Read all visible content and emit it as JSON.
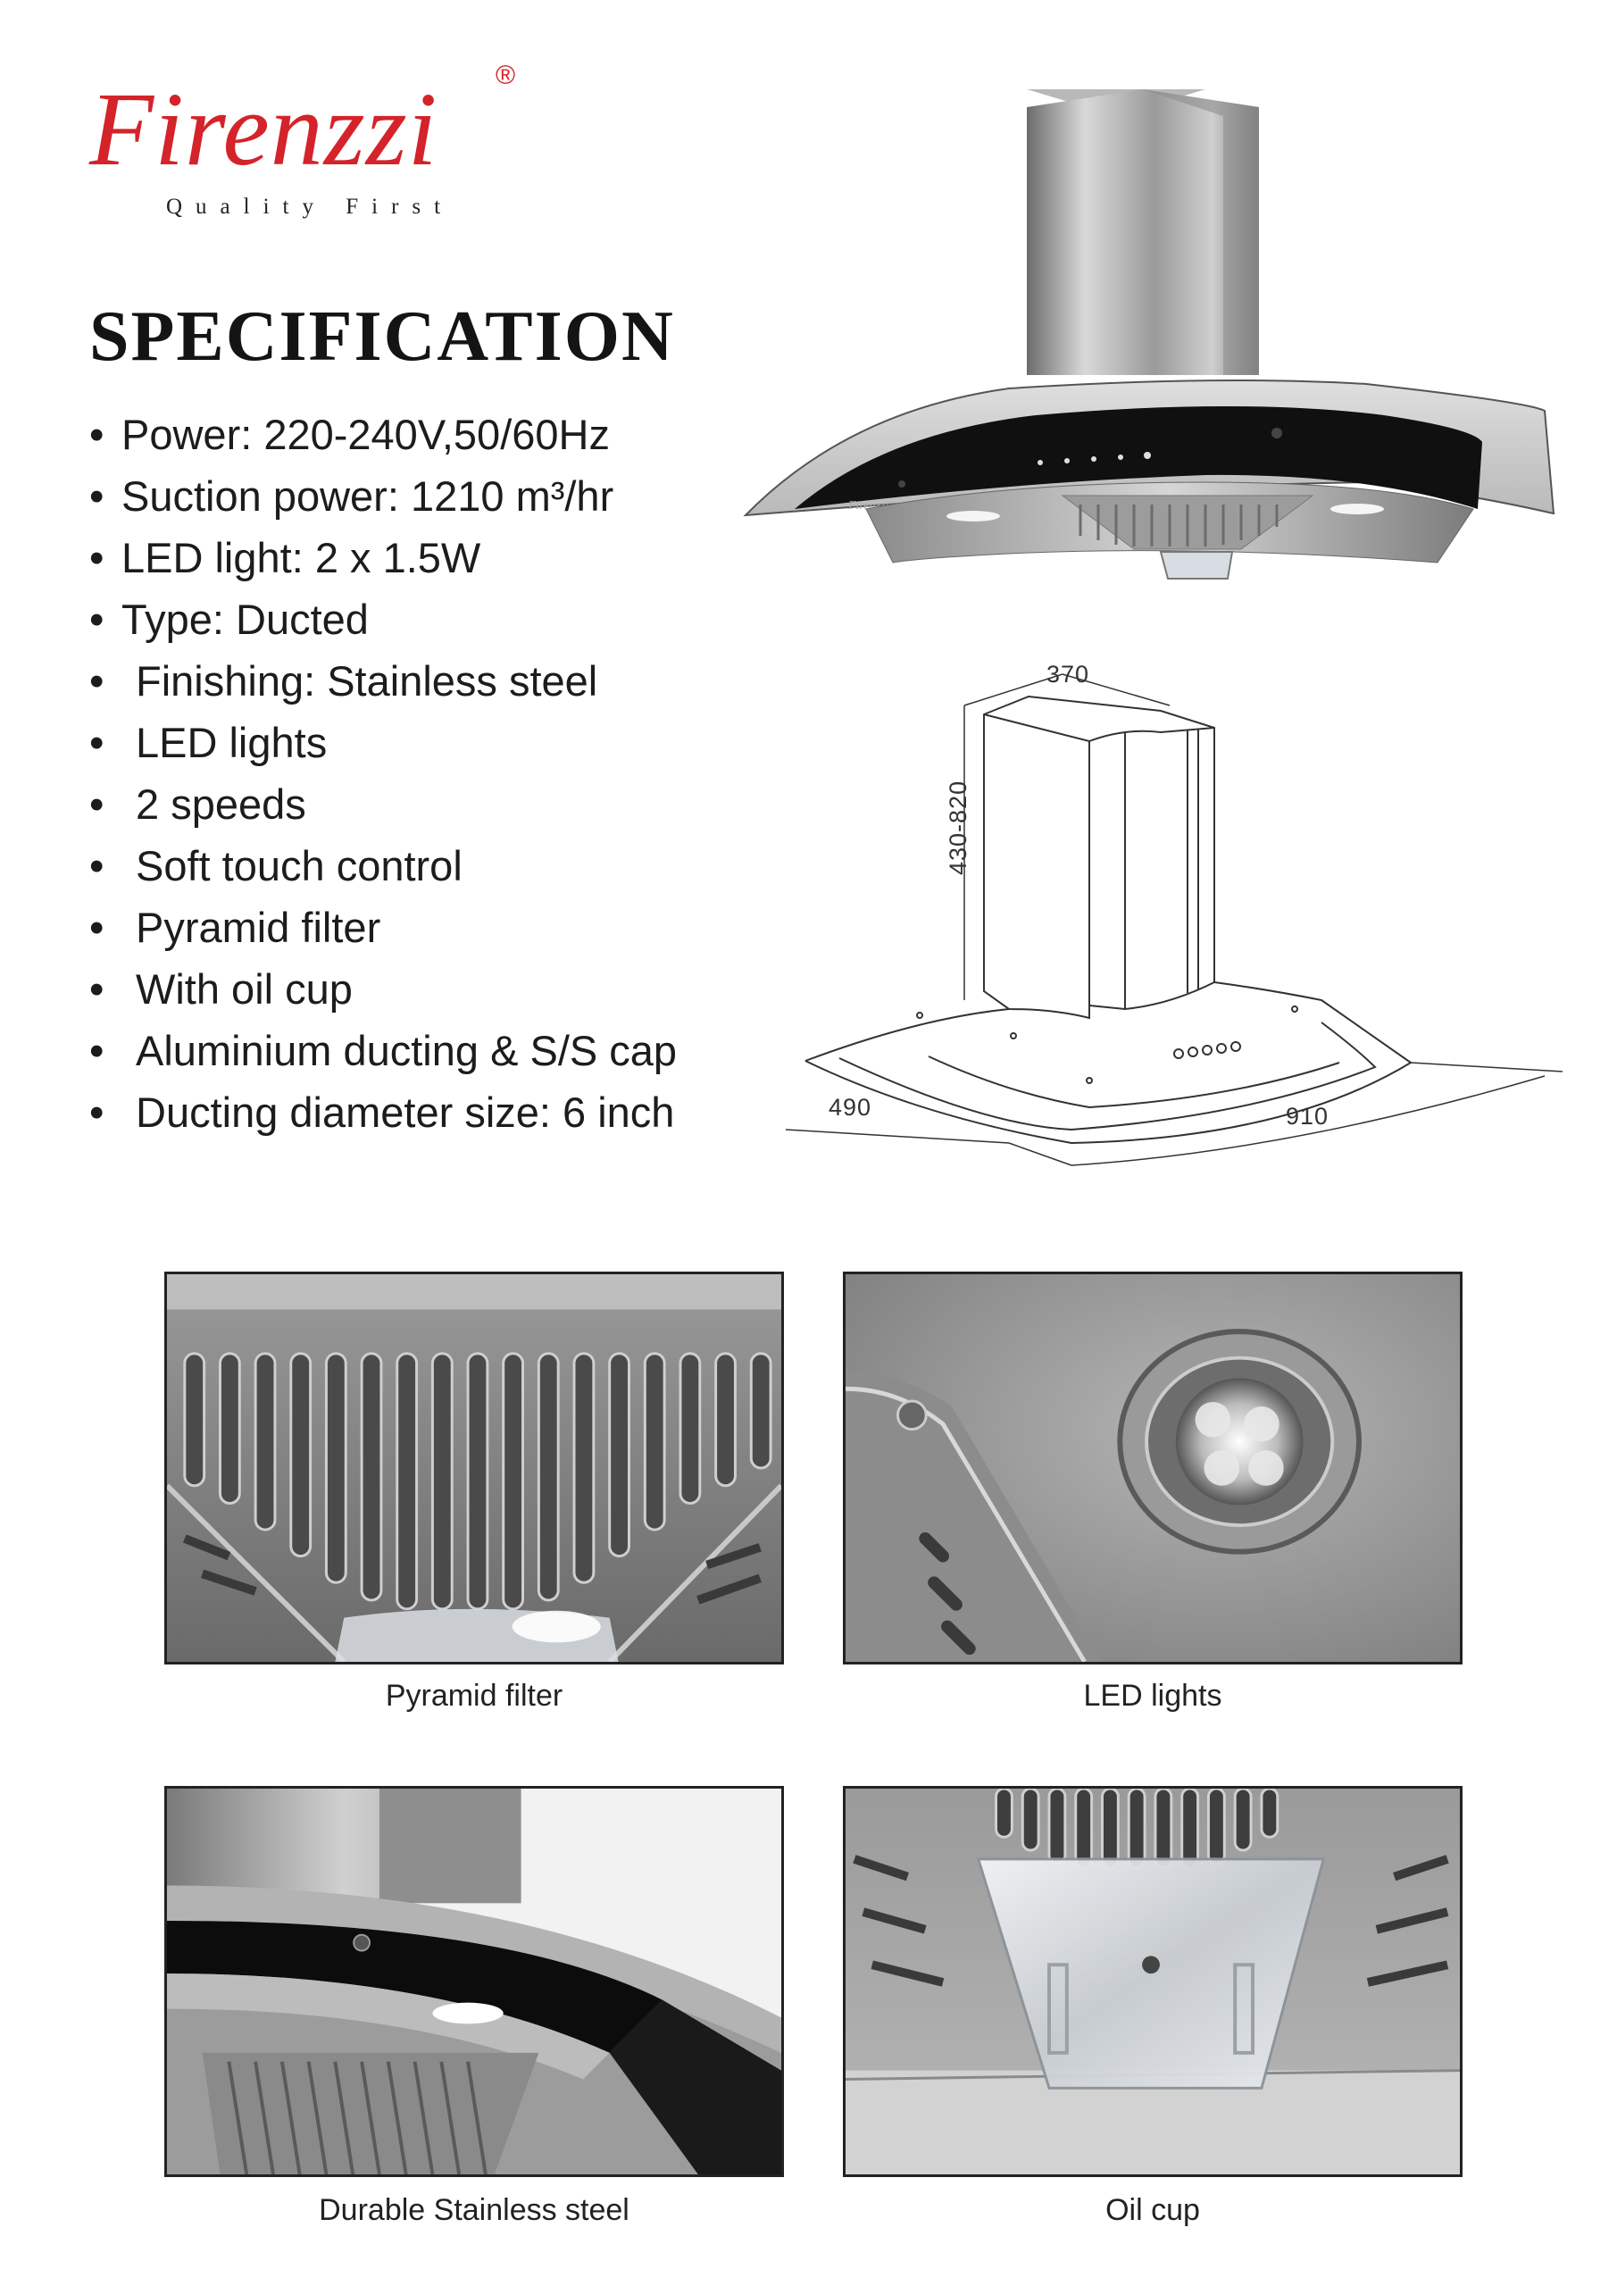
{
  "brand": {
    "name": "Firenzzi",
    "registered": "®",
    "tagline": "Quality First",
    "model_label": "Firenzzi"
  },
  "heading": "SPECIFICATION",
  "specs": [
    {
      "bullet": "•",
      "text": "Power: 220-240V,50/60Hz",
      "spacing": "tight"
    },
    {
      "bullet": "•",
      "text": "Suction power: 1210 m³/hr",
      "spacing": "tight"
    },
    {
      "bullet": "•",
      "text": "LED light: 2 x 1.5W",
      "spacing": "tight"
    },
    {
      "bullet": "•",
      "text": "Type: Ducted",
      "spacing": "tight"
    },
    {
      "bullet": "•",
      "text": "Finishing: Stainless steel",
      "spacing": "wide"
    },
    {
      "bullet": "•",
      "text": "LED lights",
      "spacing": "wide"
    },
    {
      "bullet": "•",
      "text": "2 speeds",
      "spacing": "wide"
    },
    {
      "bullet": "•",
      "text": "Soft touch control",
      "spacing": "wide"
    },
    {
      "bullet": "•",
      "text": "Pyramid filter",
      "spacing": "wide"
    },
    {
      "bullet": "•",
      "text": "With oil cup",
      "spacing": "wide"
    },
    {
      "bullet": "•",
      "text": "Aluminium ducting & S/S cap",
      "spacing": "wide"
    },
    {
      "bullet": "•",
      "text": "Ducting diameter size: 6 inch",
      "spacing": "wide"
    }
  ],
  "dimensions": {
    "width": "910",
    "depth": "490",
    "chimney_depth": "370",
    "height_range": "430-820"
  },
  "photos": [
    {
      "caption": "Pyramid filter",
      "subject": "pyramid-filter-photo"
    },
    {
      "caption": "LED lights",
      "subject": "led-light-photo"
    },
    {
      "caption": "Durable Stainless steel",
      "subject": "stainless-steel-photo"
    },
    {
      "caption": "Oil cup",
      "subject": "oil-cup-photo"
    }
  ],
  "colors": {
    "brand_red": "#d4232a",
    "text": "#1c1c1c",
    "photo_border": "#222222"
  }
}
